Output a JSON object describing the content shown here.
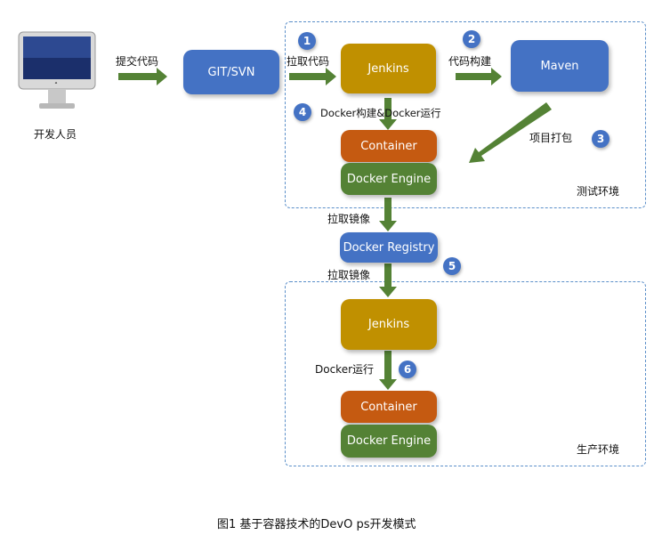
{
  "developer": {
    "label": "开发人员"
  },
  "steps": {
    "commit": "提交代码",
    "pull_code": "拉取代码",
    "build_code": "代码构建",
    "docker_build_run": "Docker构建&Docker运行",
    "package": "项目打包",
    "pull_image_1": "拉取镜像",
    "pull_image_2": "拉取镜像",
    "docker_run": "Docker运行"
  },
  "nodes": {
    "git_svn": "GIT/SVN",
    "jenkins_test": "Jenkins",
    "maven": "Maven",
    "container_test": "Container",
    "engine_test": "Docker Engine",
    "registry": "Docker Registry",
    "jenkins_prod": "Jenkins",
    "container_prod": "Container",
    "engine_prod": "Docker Engine"
  },
  "badges": [
    "1",
    "2",
    "3",
    "4",
    "5",
    "6"
  ],
  "zones": {
    "test": "测试环境",
    "prod": "生产环境"
  },
  "caption": "图1  基于容器技术的DevO ps开发模式",
  "colors": {
    "blue": "#4472c4",
    "gold": "#c09000",
    "orange": "#c55a11",
    "green": "#548235",
    "arrow": "#548235",
    "zone_border": "#5b8fc9"
  }
}
